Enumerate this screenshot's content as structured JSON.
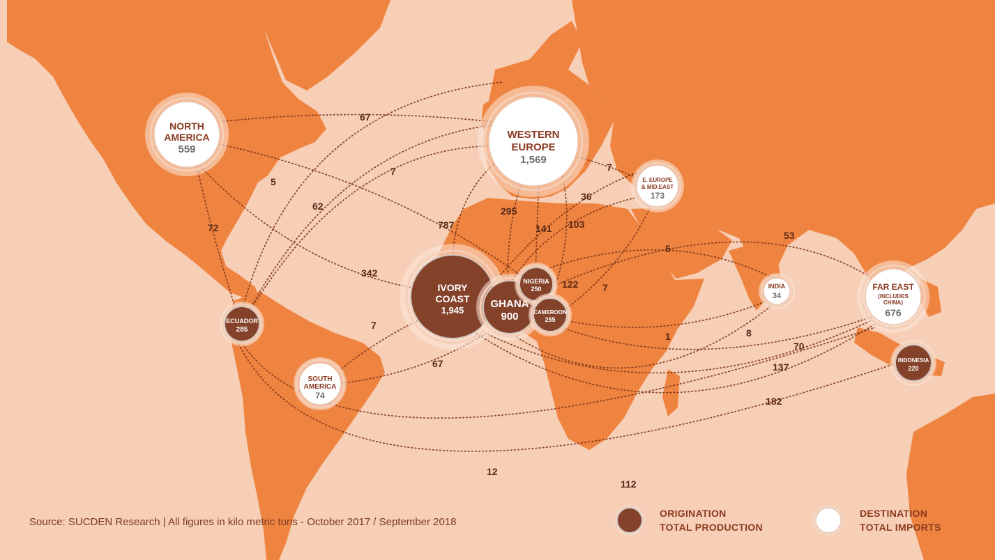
{
  "source_note": "Source: SUCDEN Research | All figures in kilo metric tons - October 2017 / September 2018",
  "legend": {
    "origination_line1": "ORIGINATION",
    "origination_line2": "TOTAL PRODUCTION",
    "destination_line1": "DESTINATION",
    "destination_line2": "TOTAL IMPORTS"
  },
  "colors": {
    "ocean": "#f7cfb6",
    "land": "#ef8441",
    "origin_fill": "#85422a",
    "destination_fill": "#ffffff",
    "flow_line": "#7a3417",
    "label_text": "#8a3a20"
  },
  "destinations": {
    "north_america": {
      "line1": "NORTH",
      "line2": "AMERICA",
      "value": "559"
    },
    "western_europe": {
      "line1": "WESTERN",
      "line2": "EUROPE",
      "value": "1,569"
    },
    "e_europe": {
      "line1": "E. EUROPE",
      "line2": "& MID.EAST",
      "value": "173"
    },
    "india": {
      "line1": "INDIA",
      "value": "34"
    },
    "far_east": {
      "line1": "FAR EAST",
      "line2": "(INCLUDES",
      "line3": "CHINA)",
      "value": "676"
    },
    "south_america": {
      "line1": "SOUTH",
      "line2": "AMERICA",
      "value": "74"
    }
  },
  "origins": {
    "ivory_coast": {
      "line1": "IVORY",
      "line2": "COAST",
      "value": "1,945"
    },
    "ghana": {
      "line1": "GHANA",
      "value": "900"
    },
    "nigeria": {
      "line1": "NIGERIA",
      "value": "250"
    },
    "cameroon": {
      "line1": "CAMEROON",
      "value": "255"
    },
    "ecuador": {
      "line1": "ECUADOR",
      "value": "285"
    },
    "indonesia": {
      "line1": "INDONESIA",
      "value": "220"
    }
  },
  "flows": {
    "f67_top": "67",
    "f7_na": "7",
    "f5": "5",
    "f62": "62",
    "f72": "72",
    "f342": "342",
    "f787": "787",
    "f295": "295",
    "f141": "141",
    "f103": "103",
    "f36": "36",
    "f7_ee": "7",
    "f122": "122",
    "f7_cam": "7",
    "f53": "53",
    "f5_asia": "5",
    "f1": "1",
    "f8": "8",
    "f70": "70",
    "f137": "137",
    "f182": "182",
    "f7_sa": "7",
    "f67_sa": "67",
    "f12": "12",
    "f112": "112"
  }
}
